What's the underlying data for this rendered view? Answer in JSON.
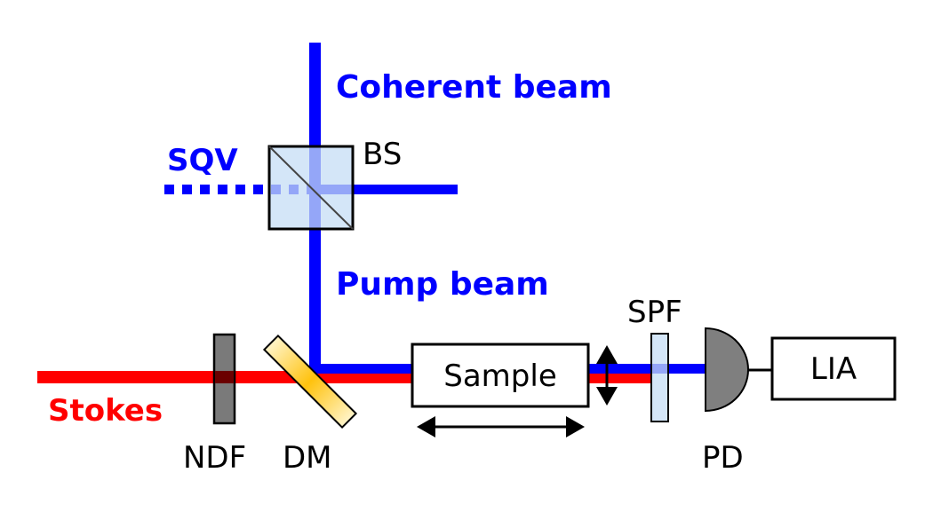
{
  "colors": {
    "pump_blue": "#0000ff",
    "stokes_red": "#ff0000",
    "bs_fill": "#c6ddf5",
    "spf_fill": "#c6ddf5",
    "ndf_fill": "#7a7a7a",
    "pd_fill": "#7f7f7f",
    "dm_edge": "#fff4c8",
    "dm_center": "#ffc20e",
    "outline": "#000000"
  },
  "labels": {
    "coherent_beam": "Coherent beam",
    "sqv": "SQV",
    "bs": "BS",
    "pump_beam": "Pump beam",
    "stokes": "Stokes",
    "ndf": "NDF",
    "dm": "DM",
    "sample": "Sample",
    "spf": "SPF",
    "pd": "PD",
    "lia": "LIA"
  },
  "components": [
    {
      "id": "bs",
      "name": "Beam splitter"
    },
    {
      "id": "ndf",
      "name": "Neutral density filter"
    },
    {
      "id": "dm",
      "name": "Dichroic mirror"
    },
    {
      "id": "sample",
      "name": "Sample"
    },
    {
      "id": "spf",
      "name": "Short-pass filter"
    },
    {
      "id": "pd",
      "name": "Photodetector"
    },
    {
      "id": "lia",
      "name": "Lock-in amplifier"
    }
  ],
  "beams": [
    {
      "id": "coherent",
      "color": "blue",
      "style": "solid"
    },
    {
      "id": "sqv",
      "color": "blue",
      "style": "dotted"
    },
    {
      "id": "pump",
      "color": "blue",
      "style": "solid"
    },
    {
      "id": "stokes",
      "color": "red",
      "style": "solid"
    }
  ]
}
